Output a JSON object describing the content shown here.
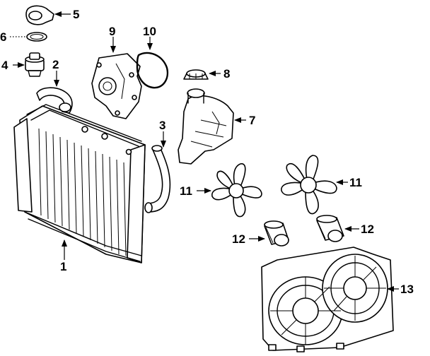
{
  "callouts": [
    {
      "id": "c1",
      "label": "1"
    },
    {
      "id": "c2",
      "label": "2"
    },
    {
      "id": "c3",
      "label": "3"
    },
    {
      "id": "c4",
      "label": "4"
    },
    {
      "id": "c5",
      "label": "5"
    },
    {
      "id": "c6",
      "label": "6"
    },
    {
      "id": "c7",
      "label": "7"
    },
    {
      "id": "c8",
      "label": "8"
    },
    {
      "id": "c9",
      "label": "9"
    },
    {
      "id": "c10",
      "label": "10"
    },
    {
      "id": "c11a",
      "label": "11"
    },
    {
      "id": "c11b",
      "label": "11"
    },
    {
      "id": "c12a",
      "label": "12"
    },
    {
      "id": "c12b",
      "label": "12"
    },
    {
      "id": "c13",
      "label": "13"
    }
  ]
}
